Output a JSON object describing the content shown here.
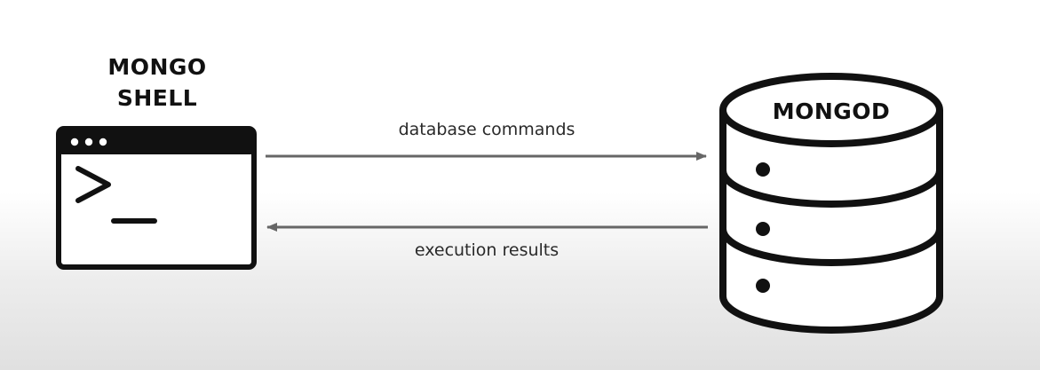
{
  "shell": {
    "title_line1": "MONGO",
    "title_line2": "SHELL"
  },
  "server": {
    "title": "MONGOD"
  },
  "arrows": {
    "request_label": "database commands",
    "response_label": "execution results"
  },
  "colors": {
    "ink": "#111111",
    "arrow": "#666666",
    "background": "#ffffff"
  },
  "icons": {
    "shell": "terminal-window-icon",
    "server": "database-cylinder-icon"
  }
}
